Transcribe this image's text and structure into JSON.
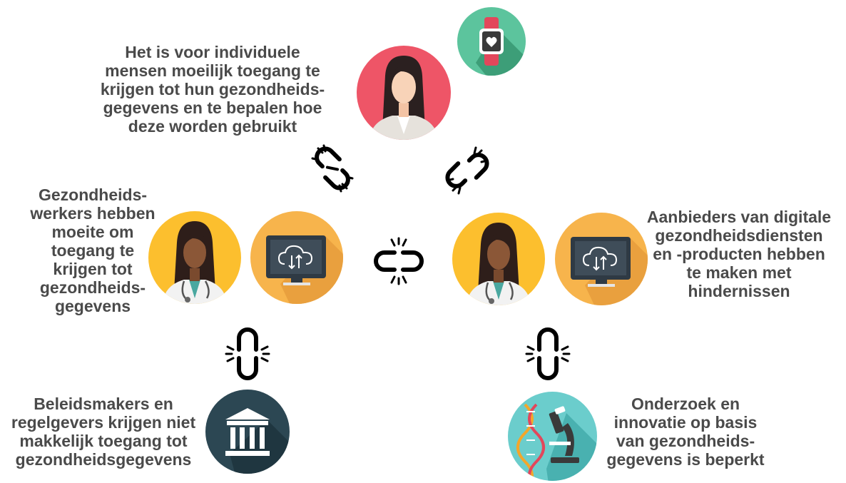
{
  "colors": {
    "text": "#4a4a4a",
    "patient_bg": "#ee5567",
    "watch_bg": "#5cc49d",
    "worker_bg": "#fcbf2e",
    "monitor_bg": "#f7b44c",
    "policy_bg": "#2c4753",
    "research_bg": "#6bcdcc"
  },
  "icons": {
    "patient": "patient-icon",
    "watch": "smartwatch-heart-icon",
    "worker": "healthcare-worker-icon",
    "monitor": "cloud-sync-monitor-icon",
    "government": "government-building-icon",
    "research": "dna-microscope-icon",
    "link": "broken-chain-link-icon"
  },
  "statements": {
    "individuals": [
      "Het is voor individuele",
      "mensen moeilijk toegang te",
      "krijgen tot hun gezondheids-",
      "gegevens en te bepalen hoe",
      "deze worden gebruikt"
    ],
    "health_workers": [
      "Gezondheids-",
      "werkers hebben",
      "moeite om",
      "toegang te",
      "krijgen tot",
      "gezondheids-",
      "gegevens"
    ],
    "providers": [
      "Aanbieders van digitale",
      "gezondheidsdiensten",
      "en -producten hebben",
      "te maken met",
      "hindernissen"
    ],
    "policy_makers": [
      "Beleidsmakers en",
      "regelgevers krijgen niet",
      "makkelijk toegang tot",
      "gezondheidsgegevens"
    ],
    "research": [
      "Onderzoek en",
      "innovatie op basis",
      "van gezondheids-",
      "gegevens is beperkt"
    ]
  }
}
